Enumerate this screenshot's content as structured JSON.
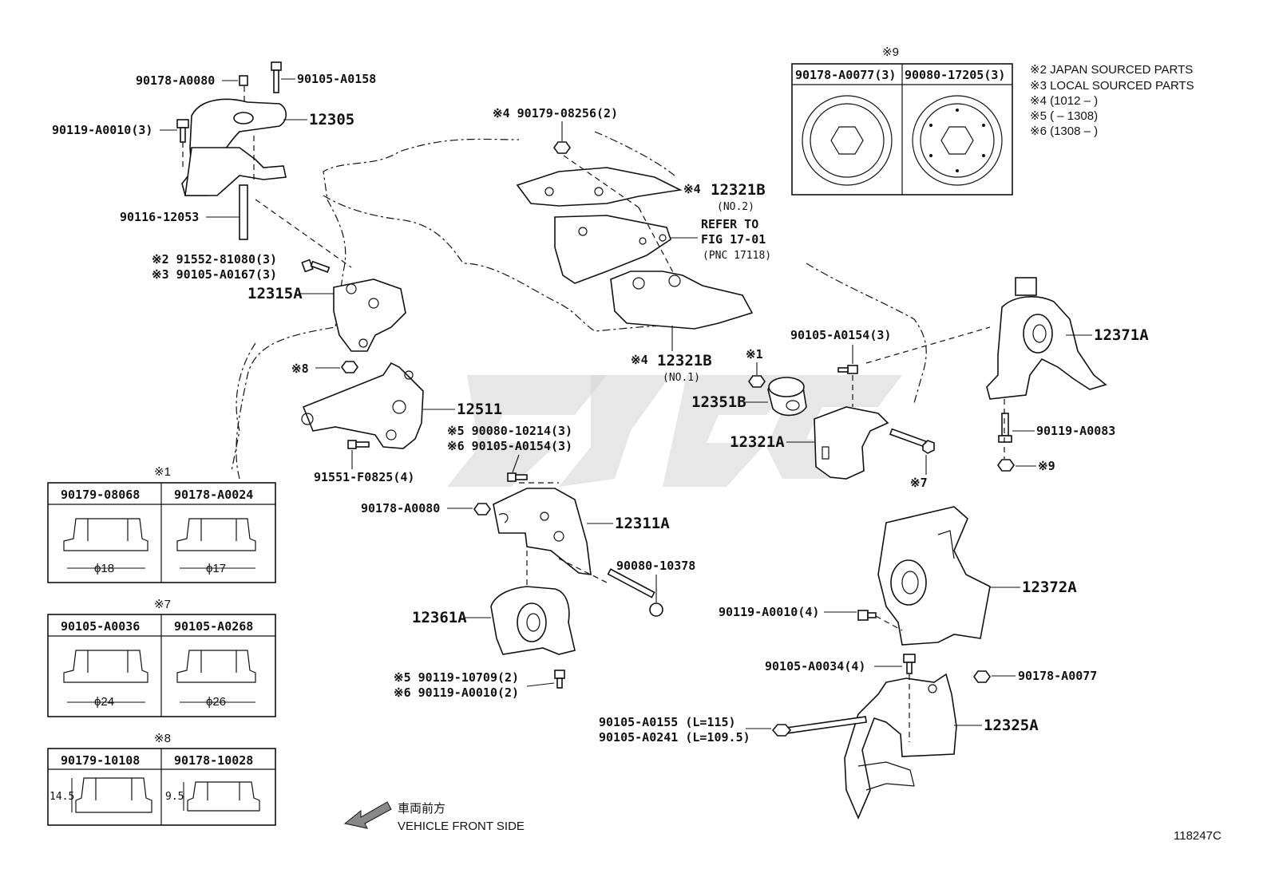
{
  "notes": {
    "mark2": "※2 JAPAN SOURCED PARTS",
    "mark3": "※3 LOCAL SOURCED PARTS",
    "mark4": "※4 (1012 –        )",
    "mark5": "※5 (        – 1308)",
    "mark6": "※6 (1308 –        )"
  },
  "figure_number": "118247C",
  "front_label_jp": "車両前方",
  "front_label_en": "VEHICLE FRONT SIDE",
  "refer": {
    "line1": "REFER TO",
    "line2": "FIG 17-01",
    "line3": "(PNC 17118)"
  },
  "tables": {
    "t9": {
      "mark": "※9",
      "col1": "90178-A0077(3)",
      "col2": "90080-17205(3)"
    },
    "t1": {
      "mark": "※1",
      "col1": "90179-08068",
      "col2": "90178-A0024",
      "dim1": "ϕ18",
      "dim2": "ϕ17"
    },
    "t7": {
      "mark": "※7",
      "col1": "90105-A0036",
      "col2": "90105-A0268",
      "dim1": "ϕ24",
      "dim2": "ϕ26"
    },
    "t8": {
      "mark": "※8",
      "col1": "90179-10108",
      "col2": "90178-10028",
      "dim1": "14.5",
      "dim2": "9.5"
    }
  },
  "labels": {
    "p_90178_A0080_top": "90178-A0080",
    "p_90105_A0158": "90105-A0158",
    "p_12305": "12305",
    "p_90119_A0010_3": "90119-A0010(3)",
    "p_90116_12053": "90116-12053",
    "p_91552_line": "※2 91552-81080(3)",
    "p_90105_A0167_line": "※3 90105-A0167(3)",
    "p_12315A": "12315A",
    "p_mark8": "※8",
    "p_12511": "12511",
    "p_91551_F0825": "91551-F0825(4)",
    "p_90080_10214": "※5 90080-10214(3)",
    "p_90105_A0154_mid": "※6 90105-A0154(3)",
    "p_90178_A0080_mid": "90178-A0080",
    "p_12311A": "12311A",
    "p_90080_10378": "90080-10378",
    "p_12361A": "12361A",
    "p_90119_10709": "※5 90119-10709(2)",
    "p_90119_A0010_2": "※6 90119-A0010(2)",
    "p_90179_08256": "※4 90179-08256(2)",
    "p_12321B_no2_mark": "※4",
    "p_12321B_no2": "12321B",
    "p_no2": "(NO.2)",
    "p_12321B_no1_mark": "※4",
    "p_12321B_no1": "12321B",
    "p_no1": "(NO.1)",
    "p_mark1": "※1",
    "p_12351B": "12351B",
    "p_90105_A0154_right": "90105-A0154(3)",
    "p_12321A": "12321A",
    "p_mark7": "※7",
    "p_12371A": "12371A",
    "p_90119_A0083": "90119-A0083",
    "p_mark9": "※9",
    "p_12372A": "12372A",
    "p_90119_A0010_4": "90119-A0010(4)",
    "p_90105_A0034": "90105-A0034(4)",
    "p_90178_A0077": "90178-A0077",
    "p_12325A": "12325A",
    "p_90105_A0155": "90105-A0155 (L=115)",
    "p_90105_A0241": "90105-A0241 (L=109.5)"
  }
}
